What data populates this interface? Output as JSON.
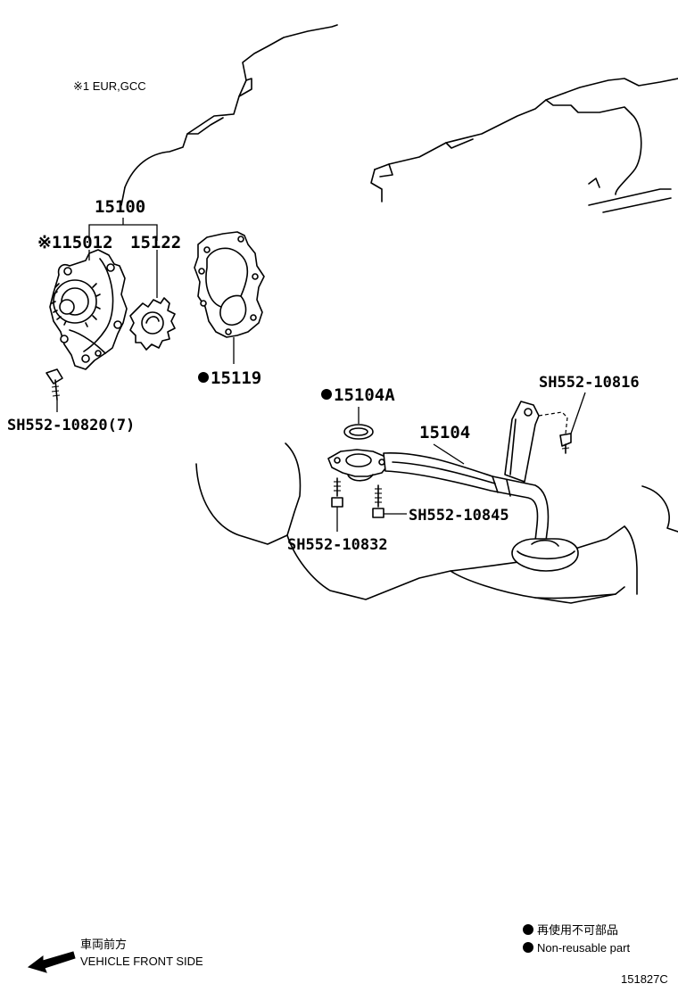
{
  "note_applicability": "※1 EUR,GCC",
  "parts": {
    "oil_pump_assy": "15100",
    "oil_pump_body": "※115012",
    "drive_rotor": "15122",
    "pump_gasket": "15119",
    "strainer_gasket": "15104A",
    "oil_strainer": "15104",
    "bolt_pump": "SH552-10820(7)",
    "bolt_bracket": "SH552-10816",
    "bolt_strainer_a": "SH552-10832",
    "bolt_strainer_b": "SH552-10845"
  },
  "legend": {
    "non_reusable_jp": "再使用不可部品",
    "non_reusable_en": "Non-reusable part"
  },
  "direction": {
    "label_jp": "車両前方",
    "label_en": "VEHICLE FRONT SIDE"
  },
  "diagram_code": "151827C"
}
